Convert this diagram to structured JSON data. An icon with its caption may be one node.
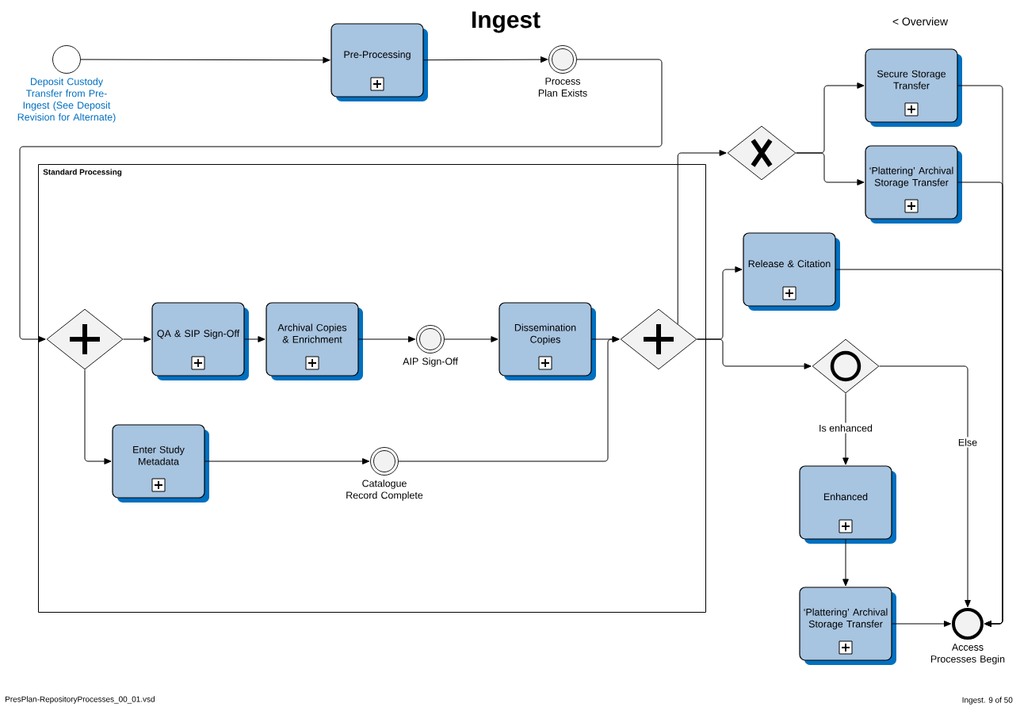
{
  "diagram": {
    "title": "Ingest",
    "nodes": [
      {
        "text": [],
        "shape": "circle",
        "beside": [
          "Deposit Custody Transfer from Pre-Ingest (See Deposit Revision for Alternate)"
        ]
      },
      {
        "text": [
          "Pre-Processing"
        ]
      },
      {
        "text": [],
        "shape": "circle",
        "beside": [
          "Process Plan Exists"
        ]
      },
      {
        "text": [
          "Standard Processing"
        ]
      },
      {
        "text": [],
        "shape": "diamond",
        "in": 3
      },
      {
        "text": [
          "QA & SIP Sign-Off"
        ],
        "in": 3
      },
      {
        "text": [
          "Archival Copies & Enrichment"
        ],
        "in": 3
      },
      {
        "text": [],
        "shape": "circle",
        "beside": [
          "AIP Sign-Off"
        ],
        "in": 3
      },
      {
        "text": [
          "Dissemination Copies"
        ],
        "in": 3
      },
      {
        "text": [
          "Enter Study Metadata"
        ],
        "in": 3
      },
      {
        "text": [],
        "shape": "circle",
        "beside": [
          "Catalogue Record Complete"
        ],
        "in": 3
      },
      {
        "text": [],
        "shape": "diamond",
        "in": 3
      },
      {
        "text": [],
        "shape": "diamond"
      },
      {
        "text": [
          "Secure Storage Transfer"
        ]
      },
      {
        "text": [
          "‘Plattering’ Archival Storage Transfer"
        ]
      },
      {
        "text": [
          "Release & Citation"
        ]
      },
      {
        "text": [],
        "shape": "diamond"
      },
      {
        "text": [
          "Enhanced"
        ]
      },
      {
        "text": [
          "‘Plattering’ Archival Storage Transfer"
        ]
      },
      {
        "text": [],
        "shape": "circle",
        "beside": [
          "Access Processes Begin"
        ]
      }
    ],
    "edges": [
      {
        "from": 0,
        "to": 1,
        "arrow": "to"
      },
      {
        "from": 1,
        "to": 2,
        "arrow": "to"
      },
      {
        "from": 2,
        "to": 4,
        "arrow": "to"
      },
      {
        "from": 4,
        "to": 5,
        "arrow": "to"
      },
      {
        "from": 5,
        "to": 6,
        "arrow": "to"
      },
      {
        "from": 6,
        "to": 7,
        "arrow": "to"
      },
      {
        "from": 7,
        "to": 8,
        "arrow": "to"
      },
      {
        "from": 4,
        "to": 9,
        "arrow": "to"
      },
      {
        "from": 9,
        "to": 10,
        "arrow": "to"
      },
      {
        "from": 10,
        "to": 11,
        "arrow": "to"
      },
      {
        "from": 8,
        "to": 11,
        "arrow": "to"
      },
      {
        "from": 11,
        "to": 12,
        "arrow": "to"
      },
      {
        "from": 11,
        "to": 15,
        "arrow": "to"
      },
      {
        "from": 11,
        "to": 16,
        "arrow": "to"
      },
      {
        "from": 12,
        "to": 13,
        "arrow": "to"
      },
      {
        "from": 12,
        "to": 14,
        "arrow": "to"
      },
      {
        "from": 13,
        "to": 19,
        "arrow": "to"
      },
      {
        "from": 14,
        "to": 19,
        "arrow": "to"
      },
      {
        "from": 15,
        "to": 19,
        "arrow": "to"
      },
      {
        "from": 16,
        "to": 17,
        "label": "Is enhanced",
        "arrow": "to"
      },
      {
        "from": 16,
        "to": 19,
        "label": "Else",
        "arrow": "to"
      },
      {
        "from": 17,
        "to": 18,
        "arrow": "to"
      },
      {
        "from": 18,
        "to": 19,
        "arrow": "to"
      }
    ],
    "labels": [
      "< Overview",
      "PresPlan-RepositoryProcesses_00_01.vsd",
      "Ingest. 9 of 50"
    ]
  }
}
